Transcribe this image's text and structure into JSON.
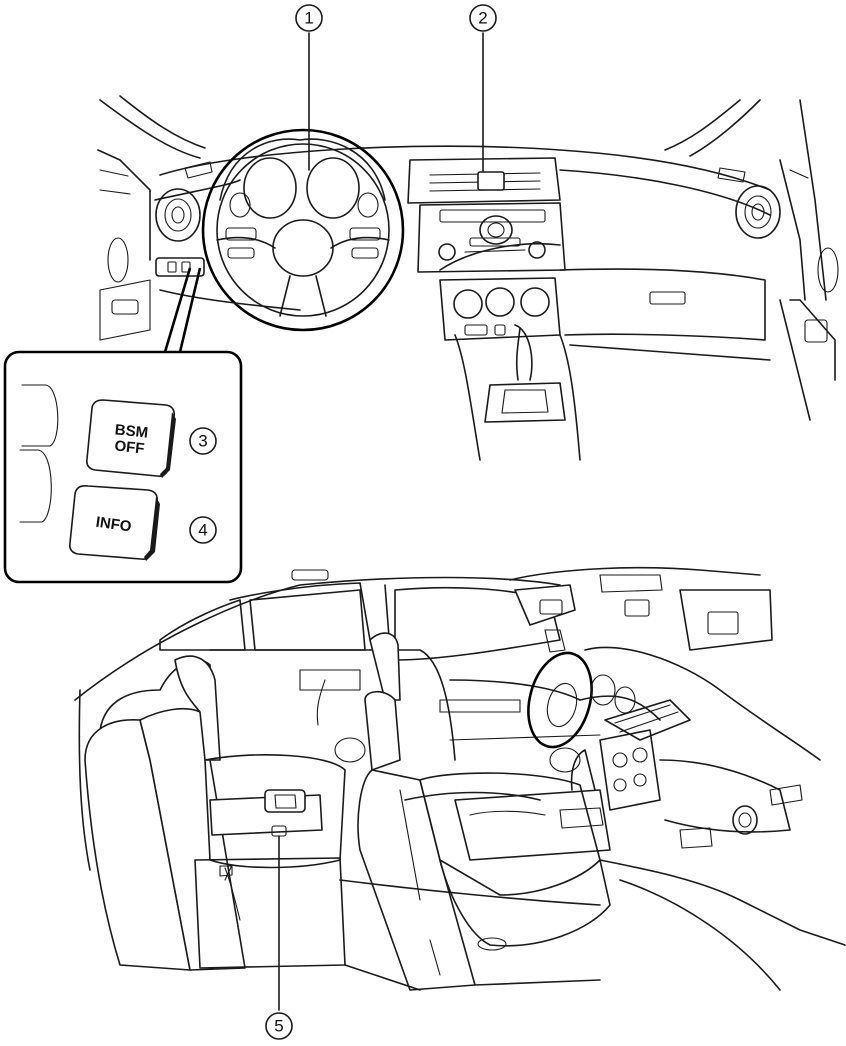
{
  "callouts": [
    {
      "number": "1"
    },
    {
      "number": "2"
    },
    {
      "number": "3"
    },
    {
      "number": "4"
    },
    {
      "number": "5"
    }
  ],
  "buttons": {
    "bsm_line1": "BSM",
    "bsm_line2": "OFF",
    "info": "INFO"
  }
}
